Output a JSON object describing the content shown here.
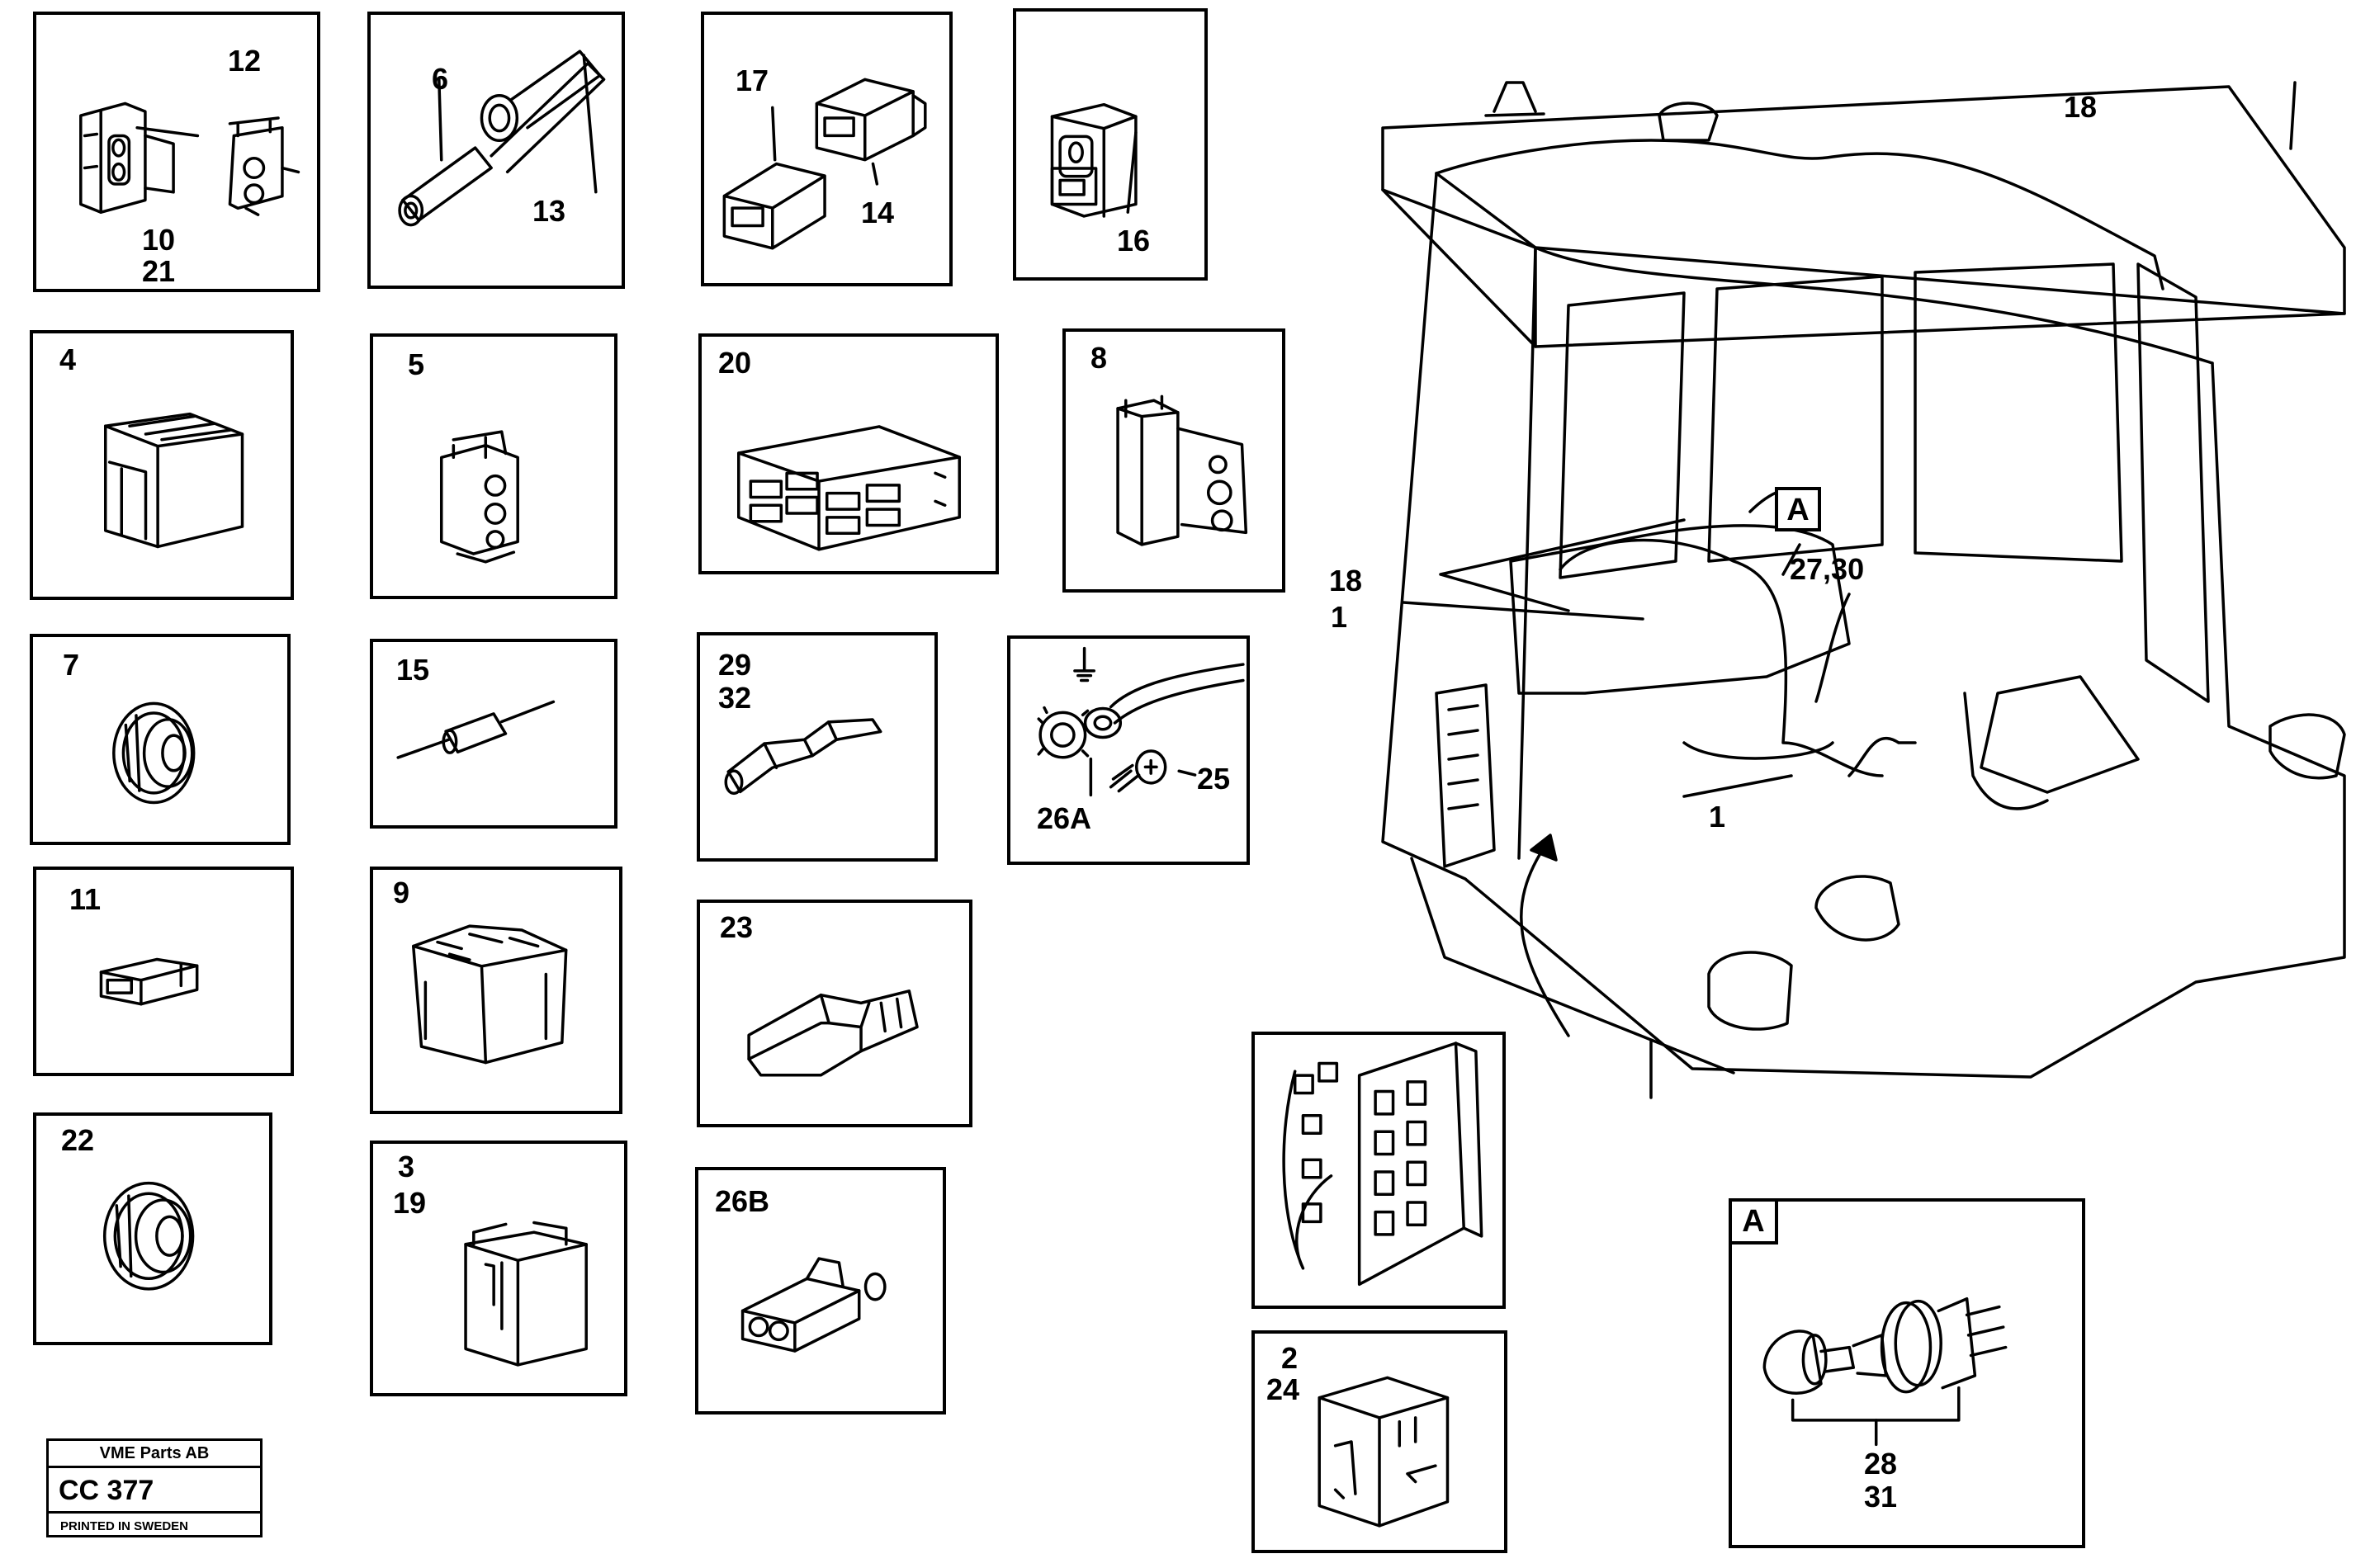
{
  "panels": {
    "p_10_12": {
      "labels": [
        "12",
        "10",
        "21"
      ]
    },
    "p_6_13": {
      "labels": [
        "6",
        "13"
      ]
    },
    "p_17_14": {
      "labels": [
        "17",
        "14"
      ]
    },
    "p_16": {
      "labels": [
        "16"
      ]
    },
    "p_4": {
      "labels": [
        "4"
      ]
    },
    "p_5": {
      "labels": [
        "5"
      ]
    },
    "p_20": {
      "labels": [
        "20"
      ]
    },
    "p_8": {
      "labels": [
        "8"
      ]
    },
    "p_7": {
      "labels": [
        "7"
      ]
    },
    "p_15": {
      "labels": [
        "15"
      ]
    },
    "p_29_32": {
      "labels": [
        "29",
        "32"
      ]
    },
    "p_26a_25": {
      "labels": [
        "26A",
        "25"
      ]
    },
    "p_11": {
      "labels": [
        "11"
      ]
    },
    "p_9": {
      "labels": [
        "9"
      ]
    },
    "p_23": {
      "labels": [
        "23"
      ]
    },
    "p_22": {
      "labels": [
        "22"
      ]
    },
    "p_3_19": {
      "labels": [
        "3",
        "19"
      ]
    },
    "p_26b": {
      "labels": [
        "26B"
      ]
    },
    "p_2_24": {
      "labels": [
        "2",
        "24"
      ]
    },
    "p_A_detail": {
      "tag": "A",
      "labels": [
        "28",
        "31"
      ]
    }
  },
  "cab": {
    "labels": {
      "l18_top": "18",
      "l18_left": "18",
      "l1_upper": "1",
      "l1_lower": "1",
      "l27_30": "27,30",
      "tagA": "A"
    }
  },
  "stamp": {
    "company": "VME Parts AB",
    "code": "CC 377",
    "printed": "PRINTED IN SWEDEN"
  }
}
